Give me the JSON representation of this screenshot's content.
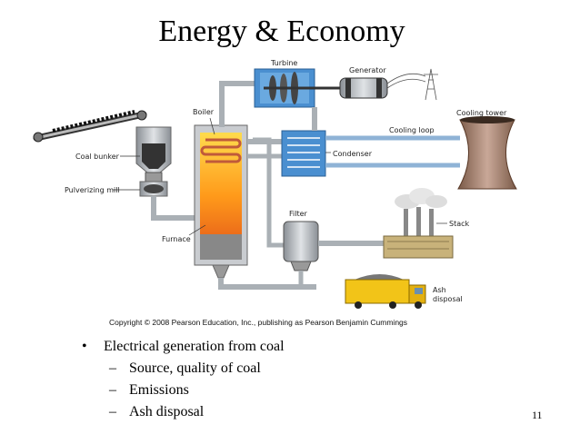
{
  "slide": {
    "title": "Energy & Economy",
    "page_number": "11",
    "copyright": "Copyright © 2008 Pearson Education, Inc., publishing as Pearson Benjamin Cummings"
  },
  "diagram": {
    "labels": {
      "turbine": "Turbine",
      "generator": "Generator",
      "boiler": "Boiler",
      "cooling_tower": "Cooling tower",
      "cooling_loop": "Cooling loop",
      "coal_bunker": "Coal bunker",
      "condenser": "Condenser",
      "pulverizing_mill": "Pulverizing mill",
      "filter": "Filter",
      "stack": "Stack",
      "furnace": "Furnace",
      "ash_disposal_1": "Ash",
      "ash_disposal_2": "disposal"
    }
  },
  "bullets": [
    {
      "marker": "•",
      "text": "Electrical generation from coal",
      "sub": [
        {
          "marker": "–",
          "text": "Source, quality of coal"
        },
        {
          "marker": "–",
          "text": "Emissions"
        },
        {
          "marker": "–",
          "text": "Ash disposal"
        }
      ]
    }
  ]
}
